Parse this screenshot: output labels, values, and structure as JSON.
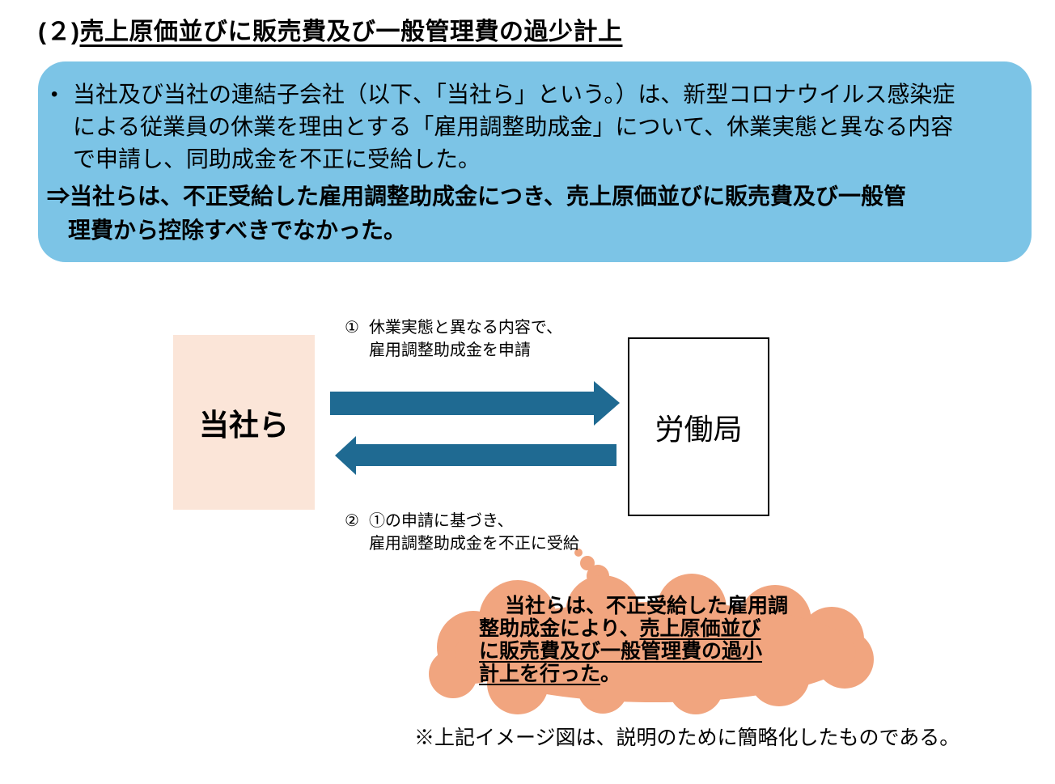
{
  "title": {
    "prefix": "(２)",
    "underlined": "売上原価並びに販売費及び一般管理費の過少計上"
  },
  "summary_box": {
    "bg_color": "#7CC4E6",
    "bullet": "•",
    "line1": "当社及び当社の連結子会社（以下、「当社ら」という。）は、新型コロナウイルス感染症",
    "line2": "による従業員の休業を理由とする「雇用調整助成金」について、休業実態と異なる内容",
    "line3": "で申請し、同助成金を不正に受給した。",
    "conclusion_line1": "⇒当社らは、不正受給した雇用調整助成金につき、売上原価並びに販売費及び一般管",
    "conclusion_line2": "理費から控除すべきでなかった。"
  },
  "diagram": {
    "company_box": {
      "label": "当社ら",
      "bg_color": "#FBE5D8"
    },
    "labor_bureau_box": {
      "label": "労働局"
    },
    "arrow_color": "#1F6A92",
    "apply_label": {
      "marker": "①",
      "line1": "休業実態と異なる内容で、",
      "line2": "雇用調整助成金を申請"
    },
    "receive_label": {
      "marker": "②",
      "line1": "①の申請に基づき、",
      "line2": "雇用調整助成金を不正に受給"
    },
    "thought_cloud": {
      "color": "#F1A57F",
      "line1": "当社らは、不正受給した雇用調",
      "line2_plain": "整助成金により、",
      "line2_underlined": "売上原価並び",
      "line3_underlined": "に販売費及び一般管理費の過小",
      "line4_underlined": "計上を行った",
      "line4_plain": "。"
    }
  },
  "footnote": "※上記イメージ図は、説明のために簡略化したものである。"
}
